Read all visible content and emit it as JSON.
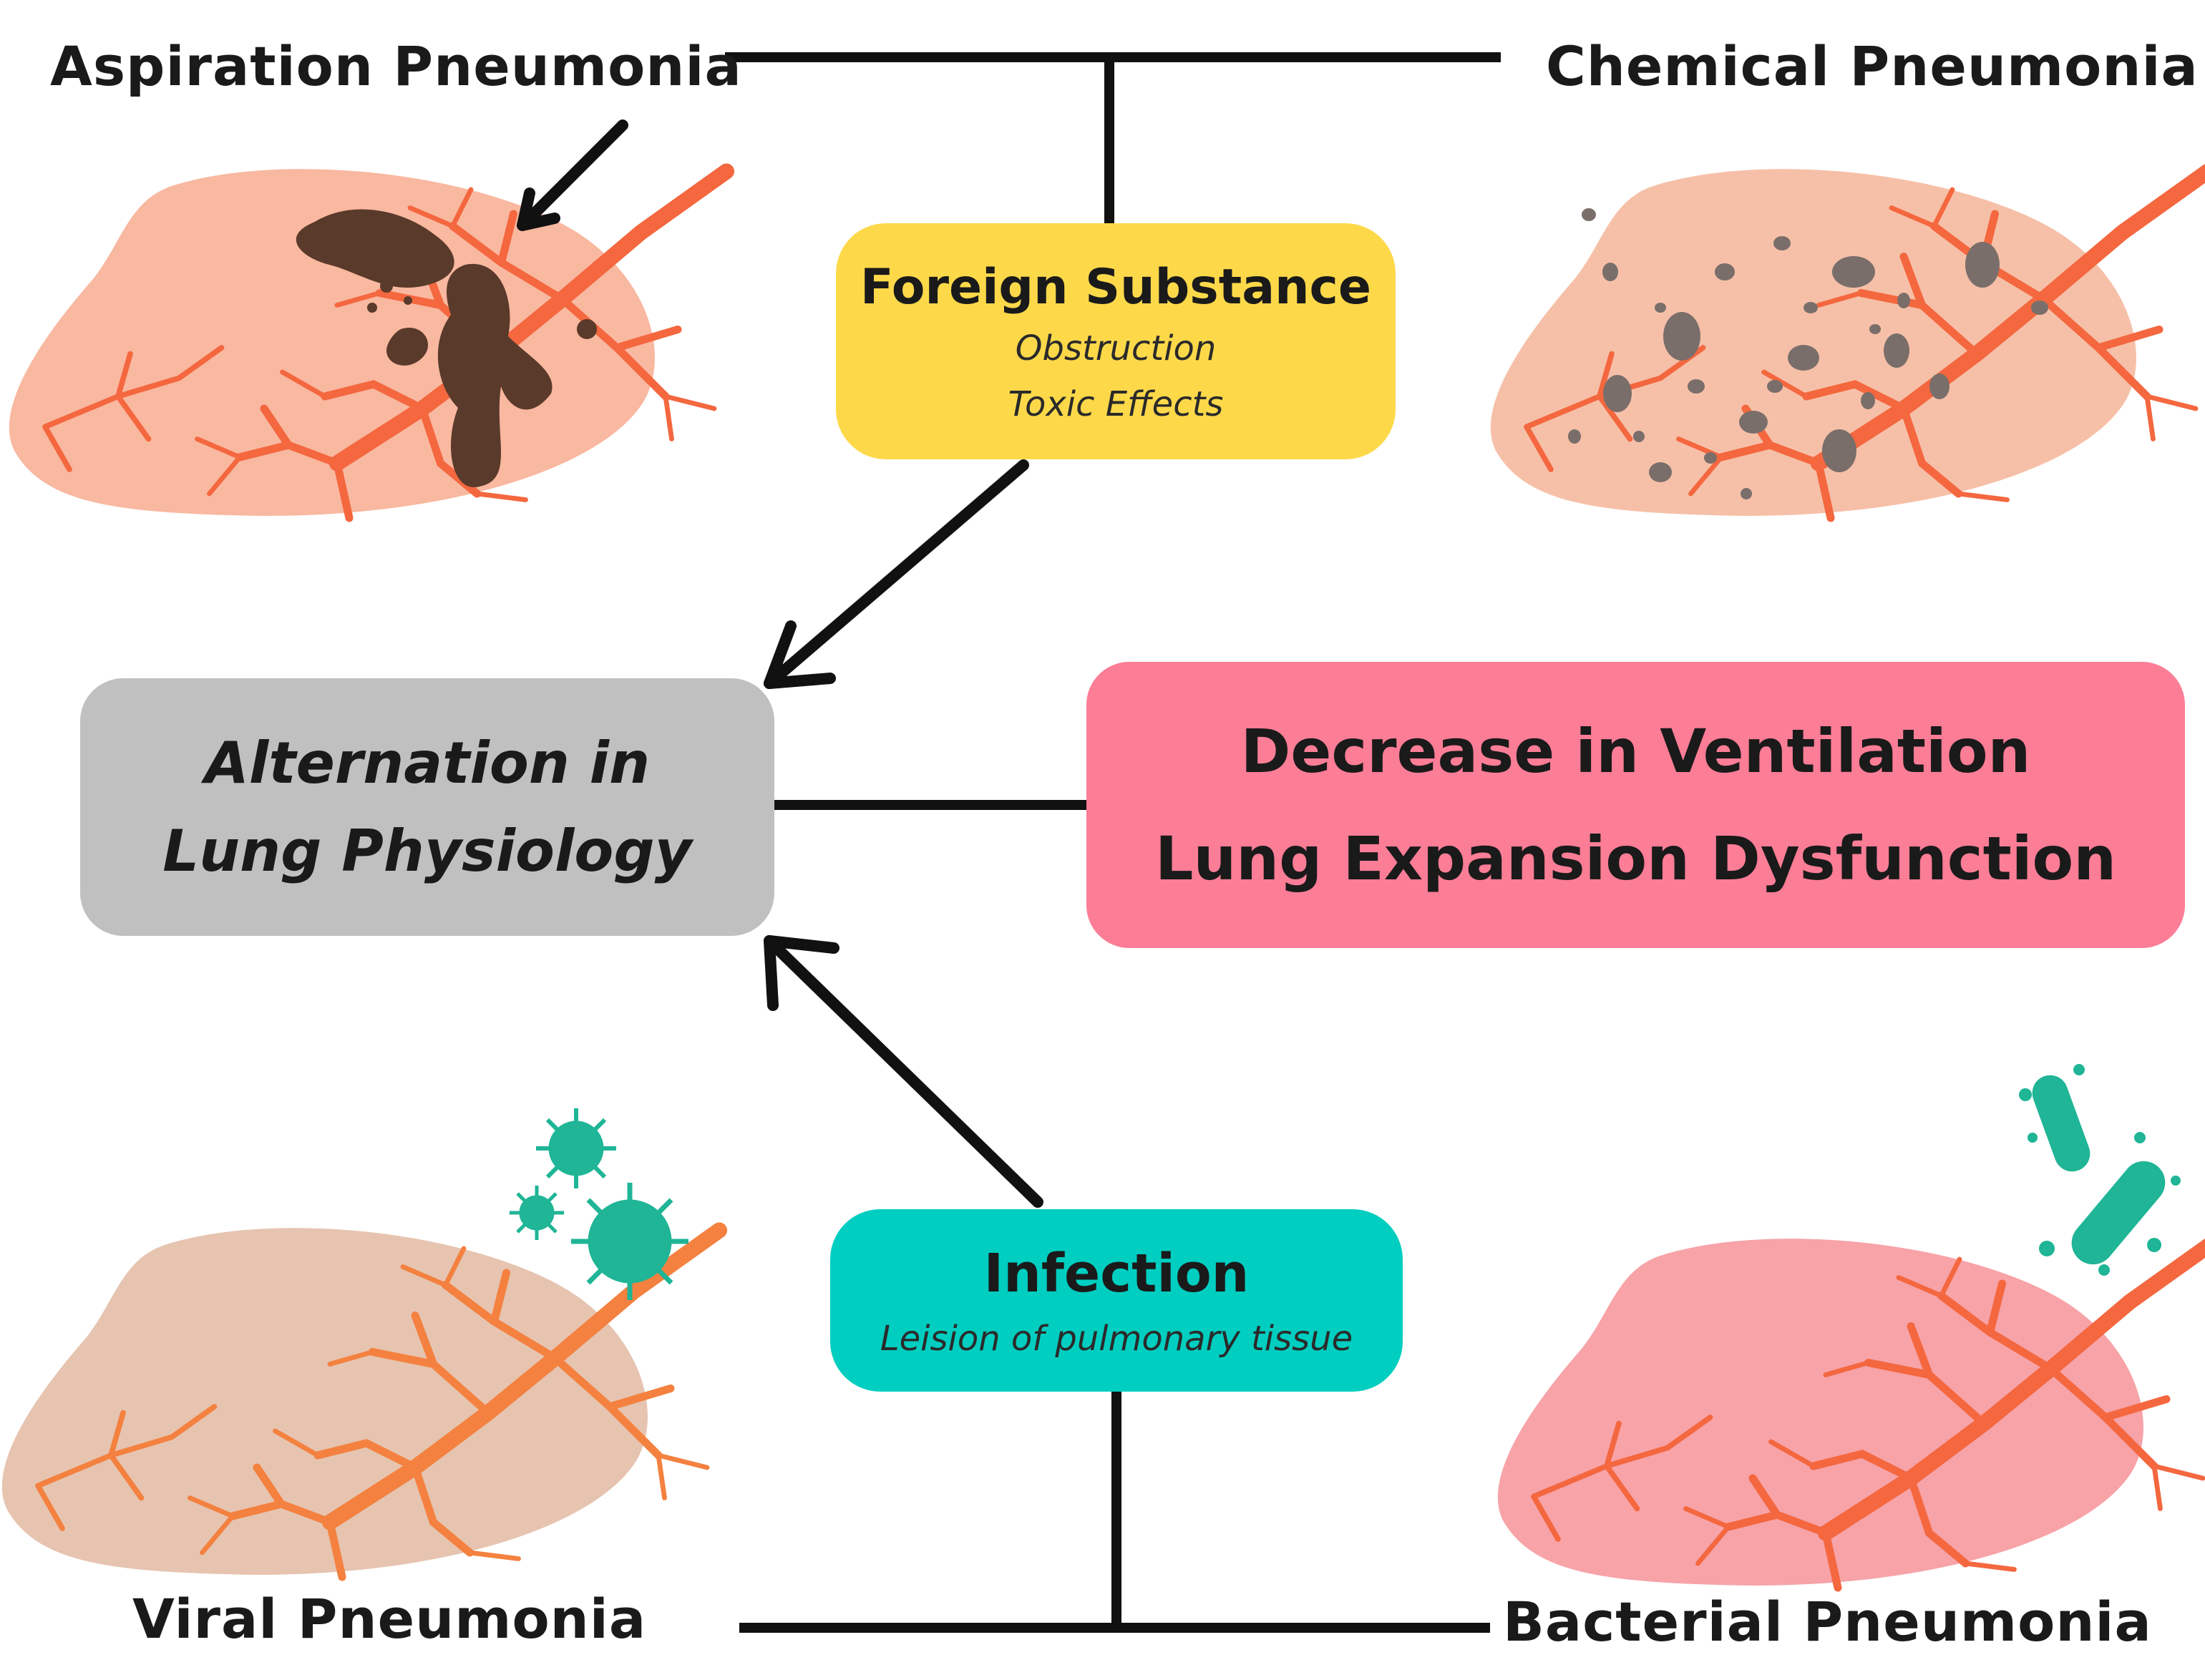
{
  "labels": {
    "aspiration": "Aspiration Pneumonia",
    "chemical": "Chemical Pneumonia",
    "viral": "Viral Pneumonia",
    "bacterial": "Bacterial Pneumonia"
  },
  "foreign_box": {
    "title": "Foreign Substance",
    "line1": "Obstruction",
    "line2": "Toxic Effects",
    "color": "#FDD94A"
  },
  "lung_box": {
    "line1": "Alternation in",
    "line2": "Lung Physiology",
    "color": "#C0C0C0"
  },
  "ventilation_box": {
    "line1": "Decrease in Ventilation",
    "line2": "Lung Expansion Dysfunction",
    "color": "#FB7D96"
  },
  "infection_box": {
    "title": "Infection",
    "line1": "Leision of pulmonary tissue",
    "color": "#00CEC0"
  },
  "colors": {
    "connector": "#111111",
    "lung_aspiration": "#F9B8A0",
    "lung_chemical": "#F6C0A8",
    "lung_viral": "#E6C4B0",
    "lung_bacterial": "#F7A3A8",
    "vessel": "#F4673F",
    "debris": "#5A3A2A",
    "particles": "#7A6E6A",
    "microbe": "#1FB596"
  }
}
